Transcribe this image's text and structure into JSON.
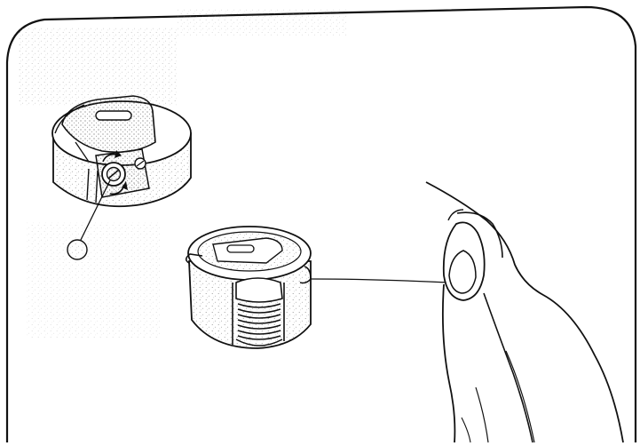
{
  "illustration": {
    "ink_color": "#111111",
    "paper_color": "#ffffff",
    "stipple_color": "#8a8a8a",
    "parts": [
      {
        "name": "bobbin-case-with-tension-screw",
        "icon": "bobbin-case-icon"
      },
      {
        "name": "bobbin-case-with-bobbin-inserted",
        "icon": "bobbin-case-icon"
      },
      {
        "name": "tension-screw-detail",
        "icon": "screw-icon"
      },
      {
        "name": "hand-holding-thread",
        "icon": "hand-icon"
      }
    ]
  }
}
